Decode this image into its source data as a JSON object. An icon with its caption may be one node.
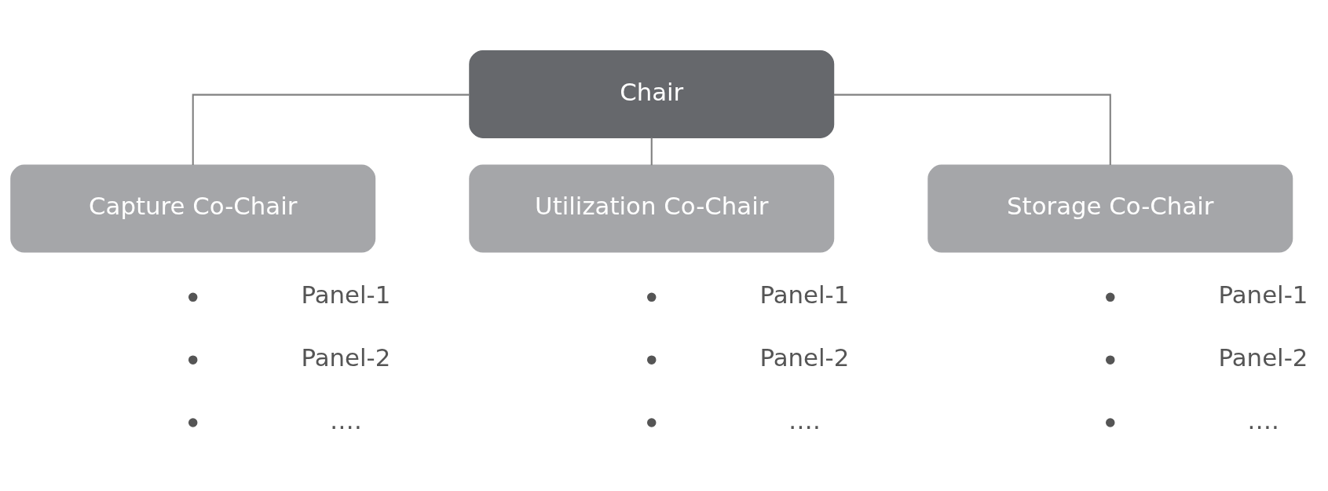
{
  "diagram": {
    "nodes": [
      {
        "text": [
          "Chair"
        ]
      },
      {
        "text": [
          "Capture Co-Chair"
        ],
        "beside": [
          "Panel-1",
          "Panel-2",
          "…."
        ]
      },
      {
        "text": [
          "Utilization Co-Chair"
        ],
        "beside": [
          "Panel-1",
          "Panel-2",
          "…."
        ]
      },
      {
        "text": [
          "Storage Co-Chair"
        ],
        "beside": [
          "Panel-1",
          "Panel-2",
          "…."
        ]
      }
    ],
    "edges": [
      {
        "from": 0,
        "to": 1,
        "arrow": "none"
      },
      {
        "from": 0,
        "to": 2,
        "arrow": "none"
      },
      {
        "from": 0,
        "to": 3,
        "arrow": "none"
      }
    ]
  }
}
